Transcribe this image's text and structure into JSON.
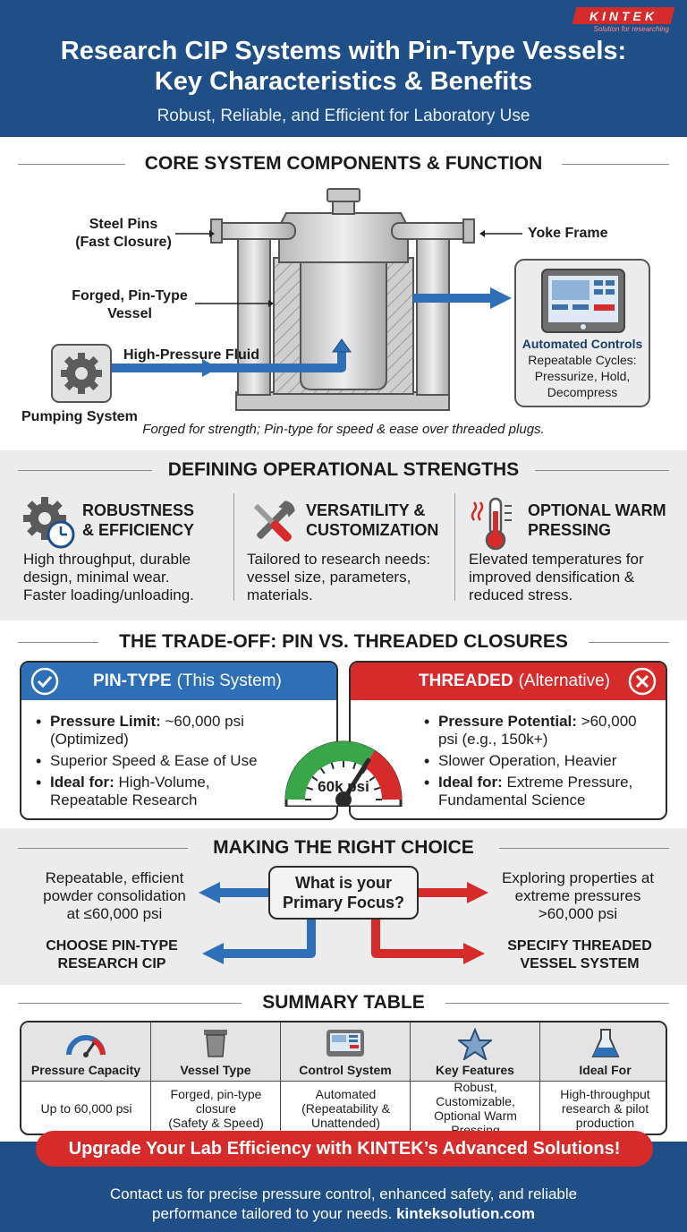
{
  "header": {
    "title_line1": "Research CIP Systems with Pin-Type Vessels:",
    "title_line2": "Key Characteristics & Benefits",
    "subtitle": "Robust, Reliable, and Efficient for Laboratory Use",
    "logo_text": "KINTEK",
    "logo_tagline": "Solution for researching"
  },
  "components": {
    "title": "CORE SYSTEM COMPONENTS & FUNCTION",
    "steel_pins_1": "Steel Pins",
    "steel_pins_2": "(Fast Closure)",
    "yoke_frame": "Yoke Frame",
    "vessel_1": "Forged, Pin-Type",
    "vessel_2": "Vessel",
    "fluid": "High-Pressure Fluid",
    "pumping": "Pumping System",
    "controls_title": "Automated Controls",
    "controls_1": "Repeatable Cycles:",
    "controls_2": "Pressurize, Hold,",
    "controls_3": "Decompress",
    "caption": "Forged for strength; Pin-type for speed & ease over threaded plugs."
  },
  "strengths": {
    "title": "DEFINING OPERATIONAL STRENGTHS",
    "items": [
      {
        "h1": "ROBUSTNESS",
        "h2": "& EFFICIENCY",
        "b1": "High throughput, durable",
        "b2": "design, minimal wear.",
        "b3": "Faster loading/unloading."
      },
      {
        "h1": "VERSATILITY &",
        "h2": "CUSTOMIZATION",
        "b1": "Tailored to research needs:",
        "b2": "vessel size, parameters,",
        "b3": "materials."
      },
      {
        "h1": "OPTIONAL WARM",
        "h2": "PRESSING",
        "b1": "Elevated temperatures for",
        "b2": "improved densification &",
        "b3": "reduced stress."
      }
    ]
  },
  "tradeoff": {
    "title": "THE TRADE-OFF: PIN VS. THREADED CLOSURES",
    "pin": {
      "name": "PIN-TYPE",
      "tag": "(This System)",
      "b1_label": "Pressure Limit:",
      "b1_text": " ~60,000 psi",
      "b1_cont": "(Optimized)",
      "b2": "Superior Speed & Ease of Use",
      "b3_label": "Ideal for:",
      "b3_text": " High-Volume,",
      "b3_cont": "Repeatable Research"
    },
    "threaded": {
      "name": "THREADED",
      "tag": "(Alternative)",
      "b1_label": "Pressure Potential:",
      "b1_text": " >60,000",
      "b1_cont": "psi (e.g., 150k+)",
      "b2": "Slower Operation, Heavier",
      "b3_label": "Ideal for:",
      "b3_text": " Extreme Pressure,",
      "b3_cont": "Fundamental Science"
    },
    "gauge_label": "60k psi",
    "gauge_level": 0.68
  },
  "choice": {
    "title": "MAKING THE RIGHT CHOICE",
    "q1": "What is your",
    "q2": "Primary Focus?",
    "left_1": "Repeatable, efficient",
    "left_2": "powder consolidation",
    "left_3": "at ≤60,000 psi",
    "right_1": "Exploring properties at",
    "right_2": "extreme pressures",
    "right_3": ">60,000 psi",
    "choose_left_1": "CHOOSE PIN-TYPE",
    "choose_left_2": "RESEARCH CIP",
    "choose_right_1": "SPECIFY THREADED",
    "choose_right_2": "VESSEL SYSTEM"
  },
  "summary": {
    "title": "SUMMARY TABLE",
    "columns": [
      {
        "header": "Pressure Capacity",
        "icon": "gauge-icon",
        "l1": "Up to 60,000 psi",
        "l2": "",
        "l3": "",
        "l4": ""
      },
      {
        "header": "Vessel Type",
        "icon": "vessel-icon",
        "l1": "Forged, pin-type",
        "l2": "closure",
        "l3": "(Safety & Speed)",
        "l4": ""
      },
      {
        "header": "Control System",
        "icon": "monitor-icon",
        "l1": "Automated",
        "l2": "(Repeatability &",
        "l3": "Unattended)",
        "l4": ""
      },
      {
        "header": "Key Features",
        "icon": "star-icon",
        "l1": "Robust,",
        "l2": "Customizable,",
        "l3": "Optional Warm",
        "l4": "Pressing"
      },
      {
        "header": "Ideal For",
        "icon": "flask-icon",
        "l1": "High-throughput",
        "l2": "research & pilot",
        "l3": "production",
        "l4": ""
      }
    ]
  },
  "footer": {
    "cta": "Upgrade Your Lab Efficiency with KINTEK’s Advanced Solutions!",
    "line1": "Contact us for precise pressure control, enhanced safety, and reliable",
    "line2_a": "performance tailored to your needs. ",
    "line2_b": "kinteksolution.com"
  },
  "colors": {
    "navy": "#1f4f86",
    "blue": "#2f6fb8",
    "red": "#d62b2b",
    "green": "#3aa64a"
  }
}
